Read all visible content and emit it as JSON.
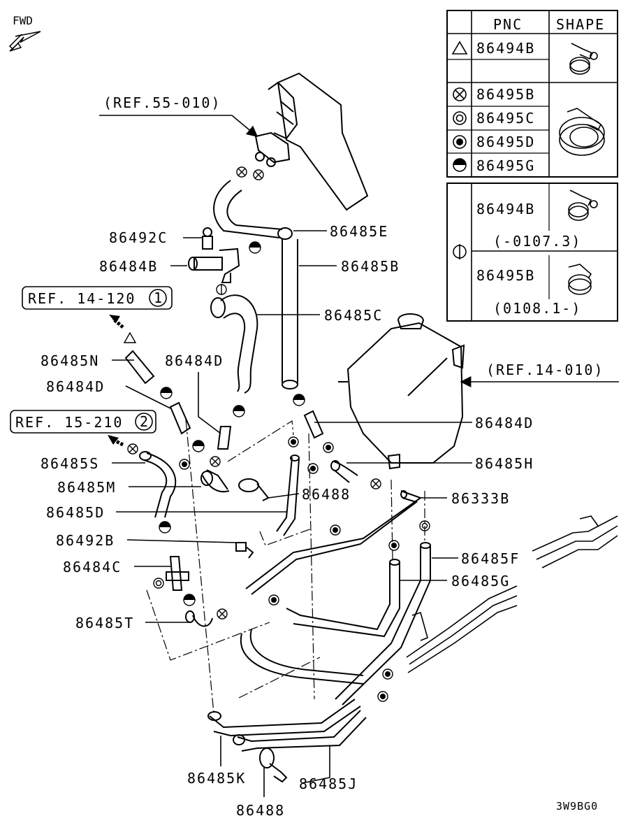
{
  "fwd_label": "FWD",
  "diagram_code": "3W9BG0",
  "refs": {
    "ref_55_010": "(REF.55-010)",
    "ref_14_120": "REF. 14-120",
    "ref_14_120_num": "1",
    "ref_15_210": "REF. 15-210",
    "ref_15_210_num": "2",
    "ref_14_010": "(REF.14-010)"
  },
  "legend": {
    "header_pnc": "PNC",
    "header_shape": "SHAPE",
    "rows": [
      {
        "symbol": "triangle",
        "pnc": "86494B"
      },
      {
        "symbol": "circle-x",
        "pnc": "86495B"
      },
      {
        "symbol": "circle-ring",
        "pnc": "86495C"
      },
      {
        "symbol": "circle-dot",
        "pnc": "86495D"
      },
      {
        "symbol": "circle-half",
        "pnc": "86495G"
      }
    ],
    "phi_rows": [
      {
        "pnc": "86494B",
        "range": "(-0107.3)"
      },
      {
        "pnc": "86495B",
        "range": "(0108.1-)"
      }
    ]
  },
  "callouts": {
    "c86492C": "86492C",
    "c86484B": "86484B",
    "c86485E": "86485E",
    "c86485B": "86485B",
    "c86485C": "86485C",
    "c86485N": "86485N",
    "c86484D_a": "86484D",
    "c86484D_b": "86484D",
    "c86484D_c": "86484D",
    "c86485S": "86485S",
    "c86485H": "86485H",
    "c86485M": "86485M",
    "c86488_a": "86488",
    "c86333B": "86333B",
    "c86485D": "86485D",
    "c86492B": "86492B",
    "c86485F": "86485F",
    "c86484C": "86484C",
    "c86485G": "86485G",
    "c86485T": "86485T",
    "c86485K": "86485K",
    "c86485J": "86485J",
    "c86488_b": "86488"
  }
}
